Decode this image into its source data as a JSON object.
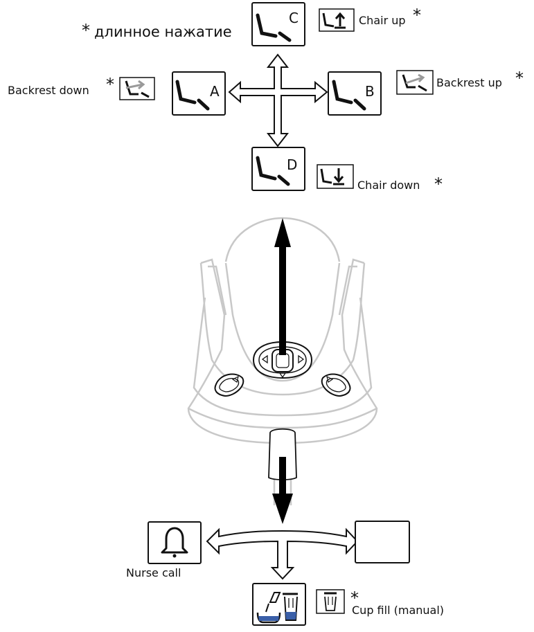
{
  "legend": {
    "long_press_marker": "*",
    "long_press_text": "длинное нажатие"
  },
  "positions": {
    "a": "A",
    "b": "B",
    "c": "C",
    "d": "D"
  },
  "functions": {
    "chair_up": "Chair up",
    "chair_down": "Chair down",
    "backrest_up": "Backrest up",
    "backrest_down": "Backrest down",
    "nurse_call": "Nurse call",
    "cup_fill": "Cup fill (manual)"
  },
  "colors": {
    "outline": "#111111",
    "controller": "#c8c8c8",
    "water": "#3a5fa8",
    "accent_grey": "#9a9a9a"
  }
}
